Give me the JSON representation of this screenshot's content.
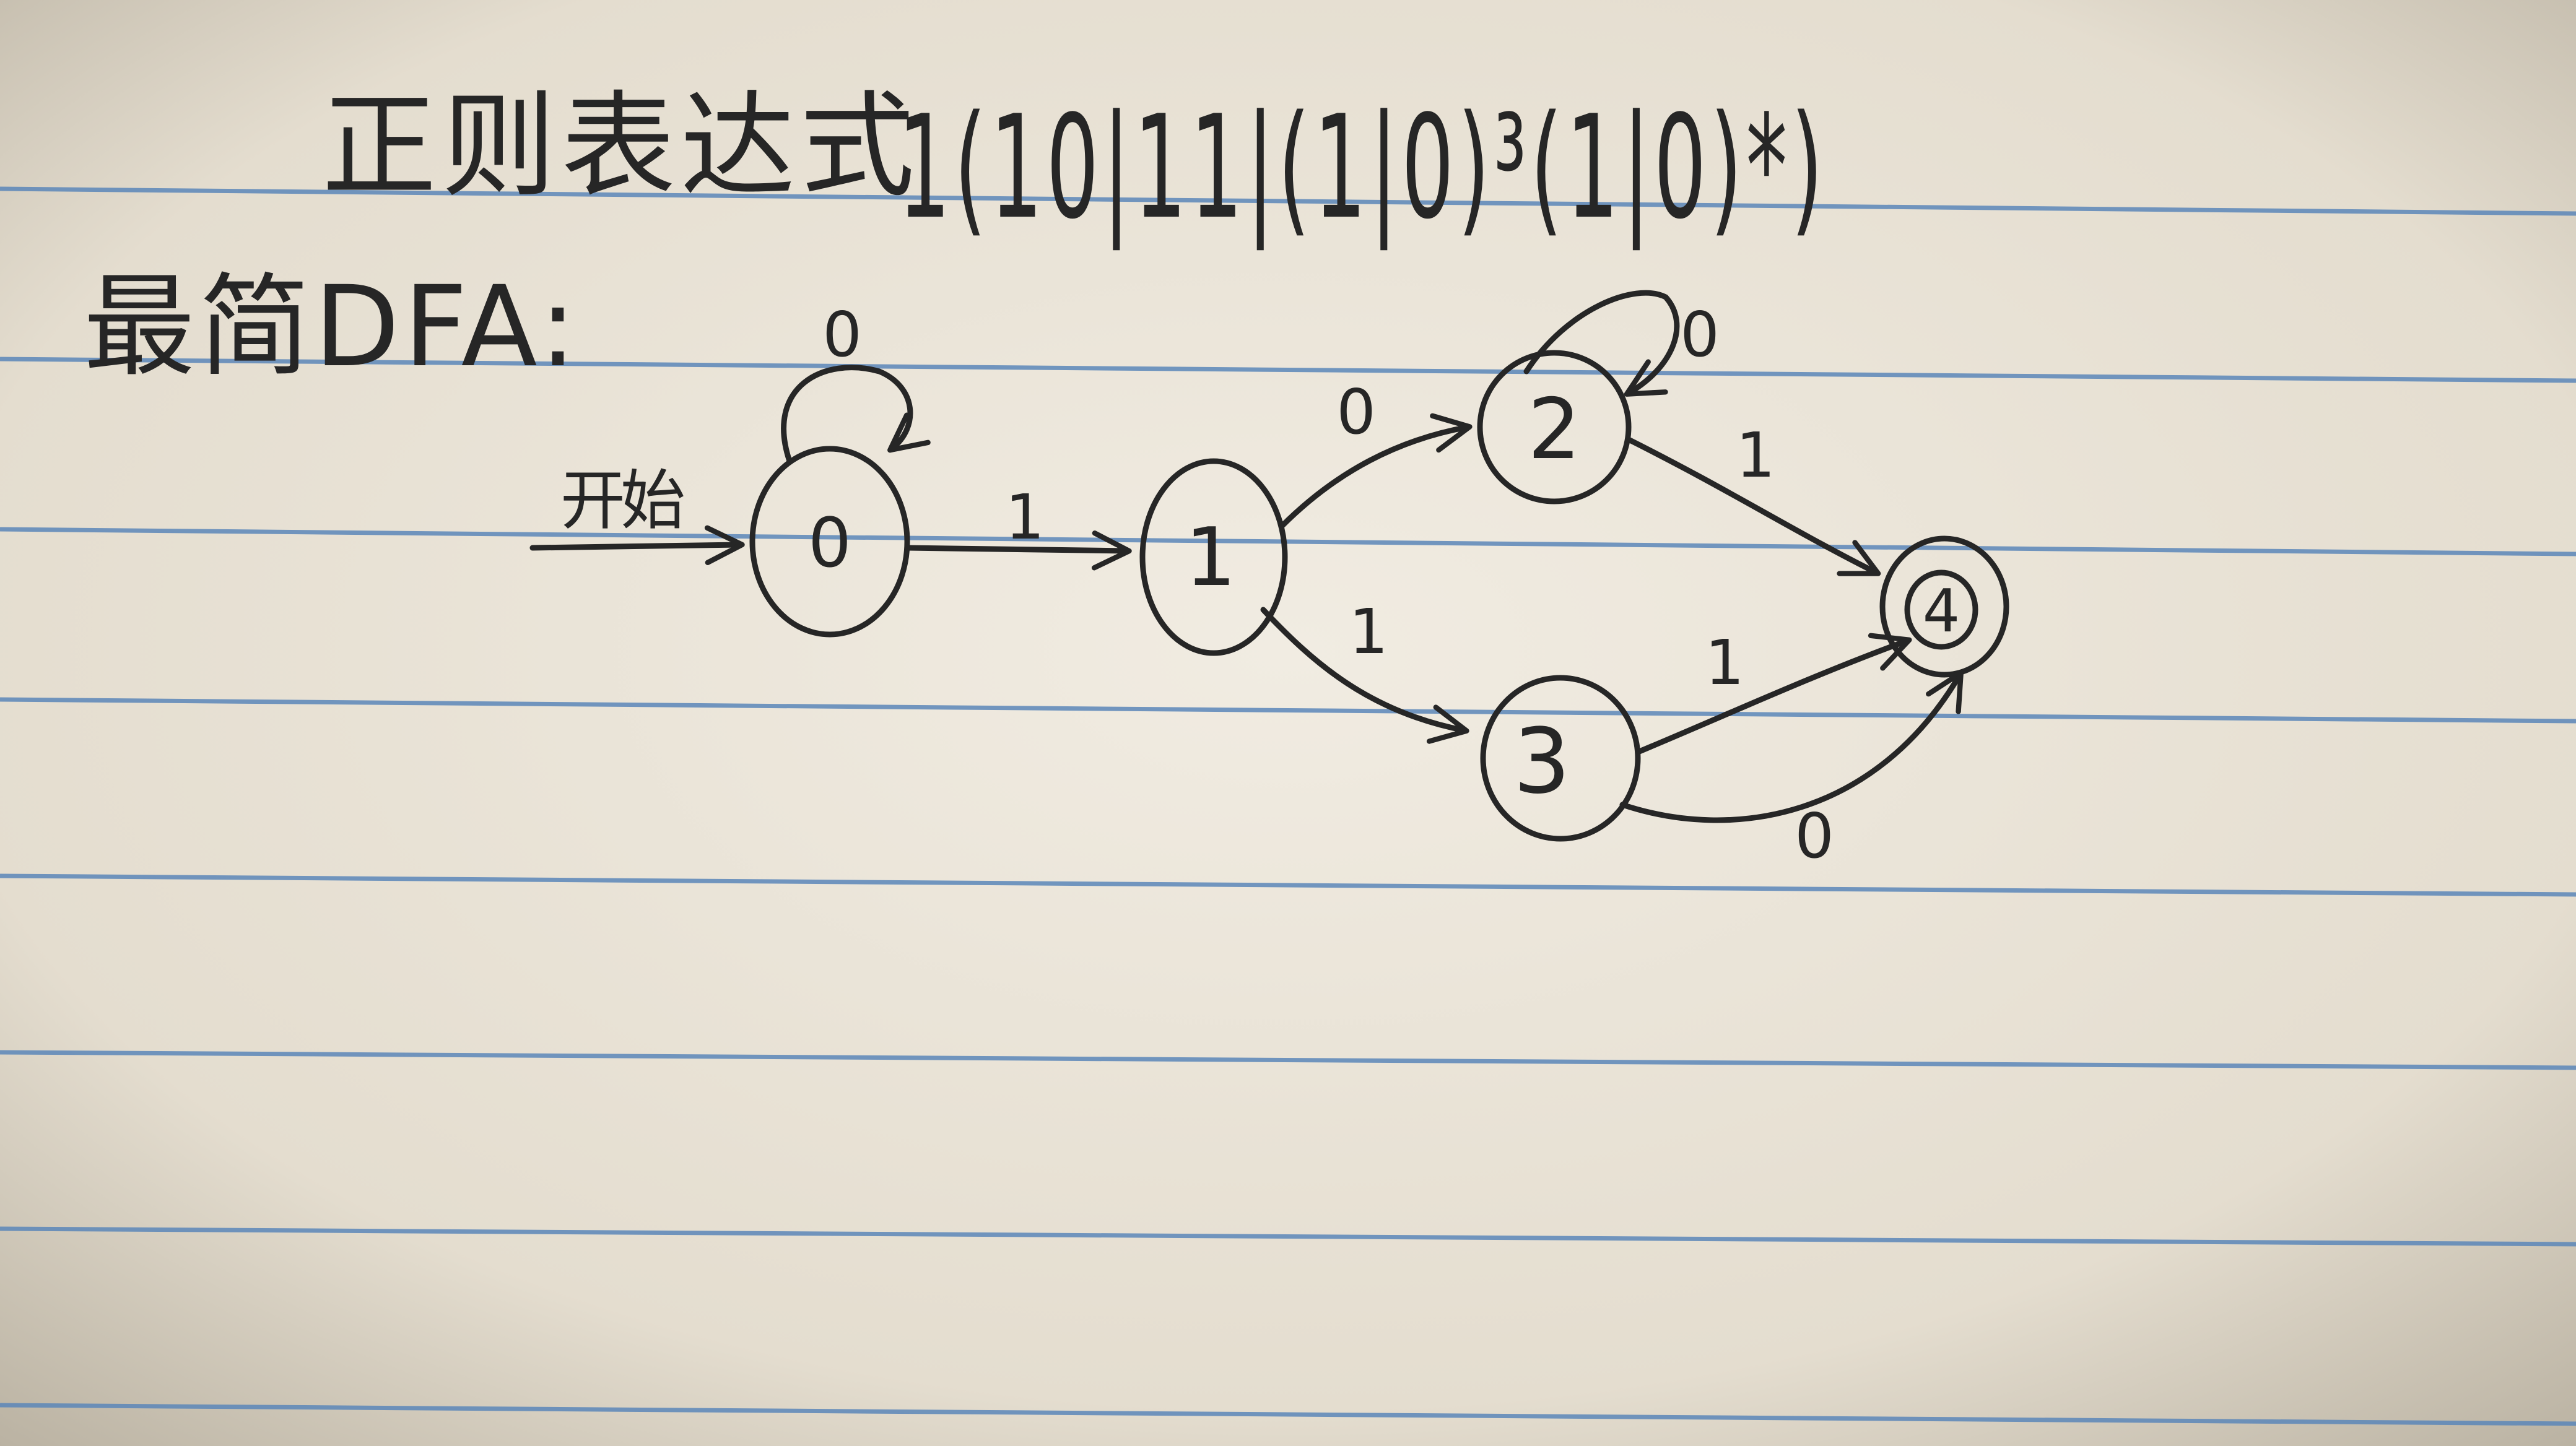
{
  "header": {
    "regex_label": "正则表达式",
    "regex": "1(10|11|(1|0)³(1|0)*)",
    "dfa_label": "最简DFA:"
  },
  "dfa": {
    "start_label": "开始",
    "states": [
      "0",
      "1",
      "2",
      "3",
      "4"
    ],
    "accepting": [
      "4"
    ],
    "transitions": [
      {
        "from": "0",
        "to": "0",
        "label": "0"
      },
      {
        "from": "0",
        "to": "1",
        "label": "1"
      },
      {
        "from": "1",
        "to": "2",
        "label": "0"
      },
      {
        "from": "1",
        "to": "3",
        "label": "1"
      },
      {
        "from": "2",
        "to": "2",
        "label": "0"
      },
      {
        "from": "2",
        "to": "4",
        "label": "1"
      },
      {
        "from": "3",
        "to": "4",
        "label": "1"
      },
      {
        "from": "3",
        "to": "4",
        "label": "0"
      }
    ]
  },
  "colors": {
    "paper": "#eae4d8",
    "rule_line": "#5b86b8",
    "ink": "#262626"
  }
}
